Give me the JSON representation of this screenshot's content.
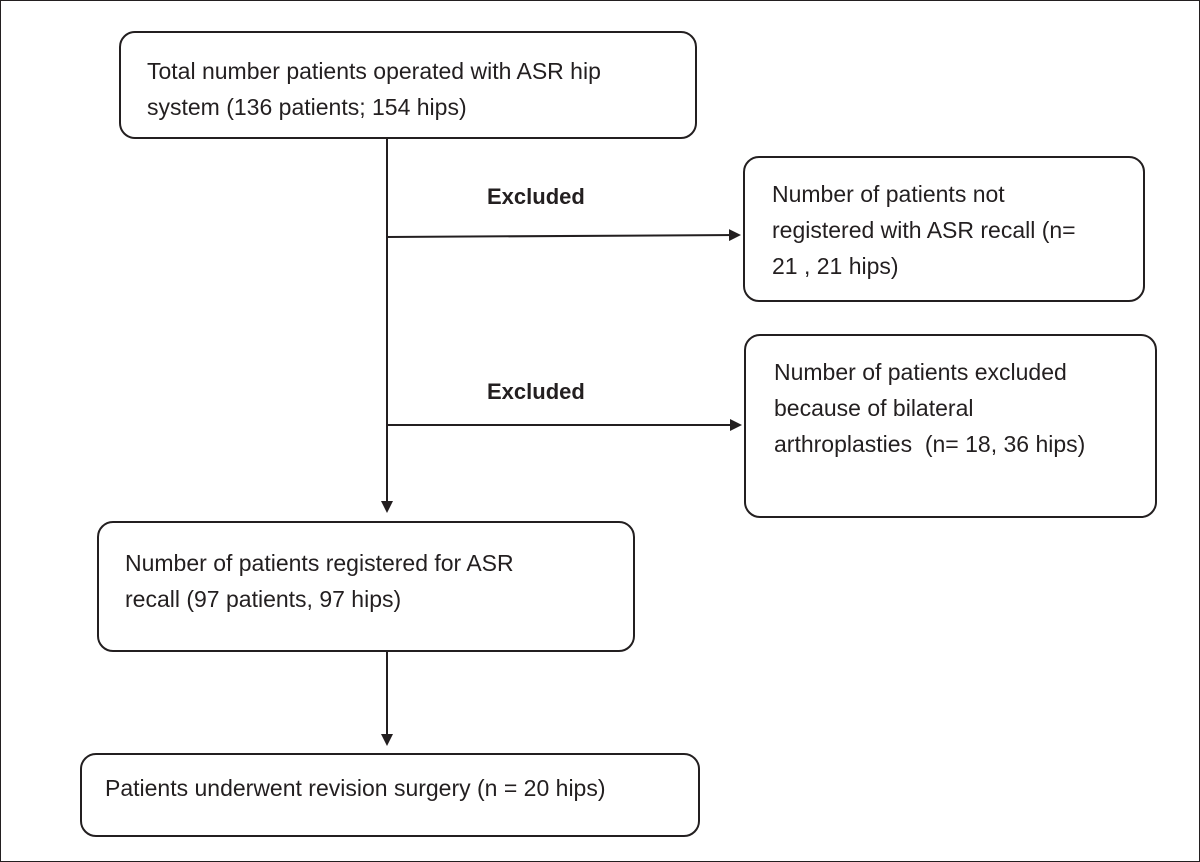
{
  "boxes": {
    "total": [
      "Total number patients operated with ASR hip",
      "system (136 patients; 154 hips)"
    ],
    "not_registered": [
      "Number of patients not",
      "registered with ASR recall (n=",
      "21 , 21 hips)"
    ],
    "bilateral": [
      "Number of patients excluded",
      "because of bilateral",
      "arthroplasties  (n= 18, 36 hips)"
    ],
    "registered": [
      "Number of patients registered for ASR",
      "recall (97 patients, 97 hips)"
    ],
    "revision": [
      "Patients underwent revision surgery (n = 20 hips)"
    ]
  },
  "labels": {
    "excluded_1": "Excluded",
    "excluded_2": "Excluded"
  }
}
